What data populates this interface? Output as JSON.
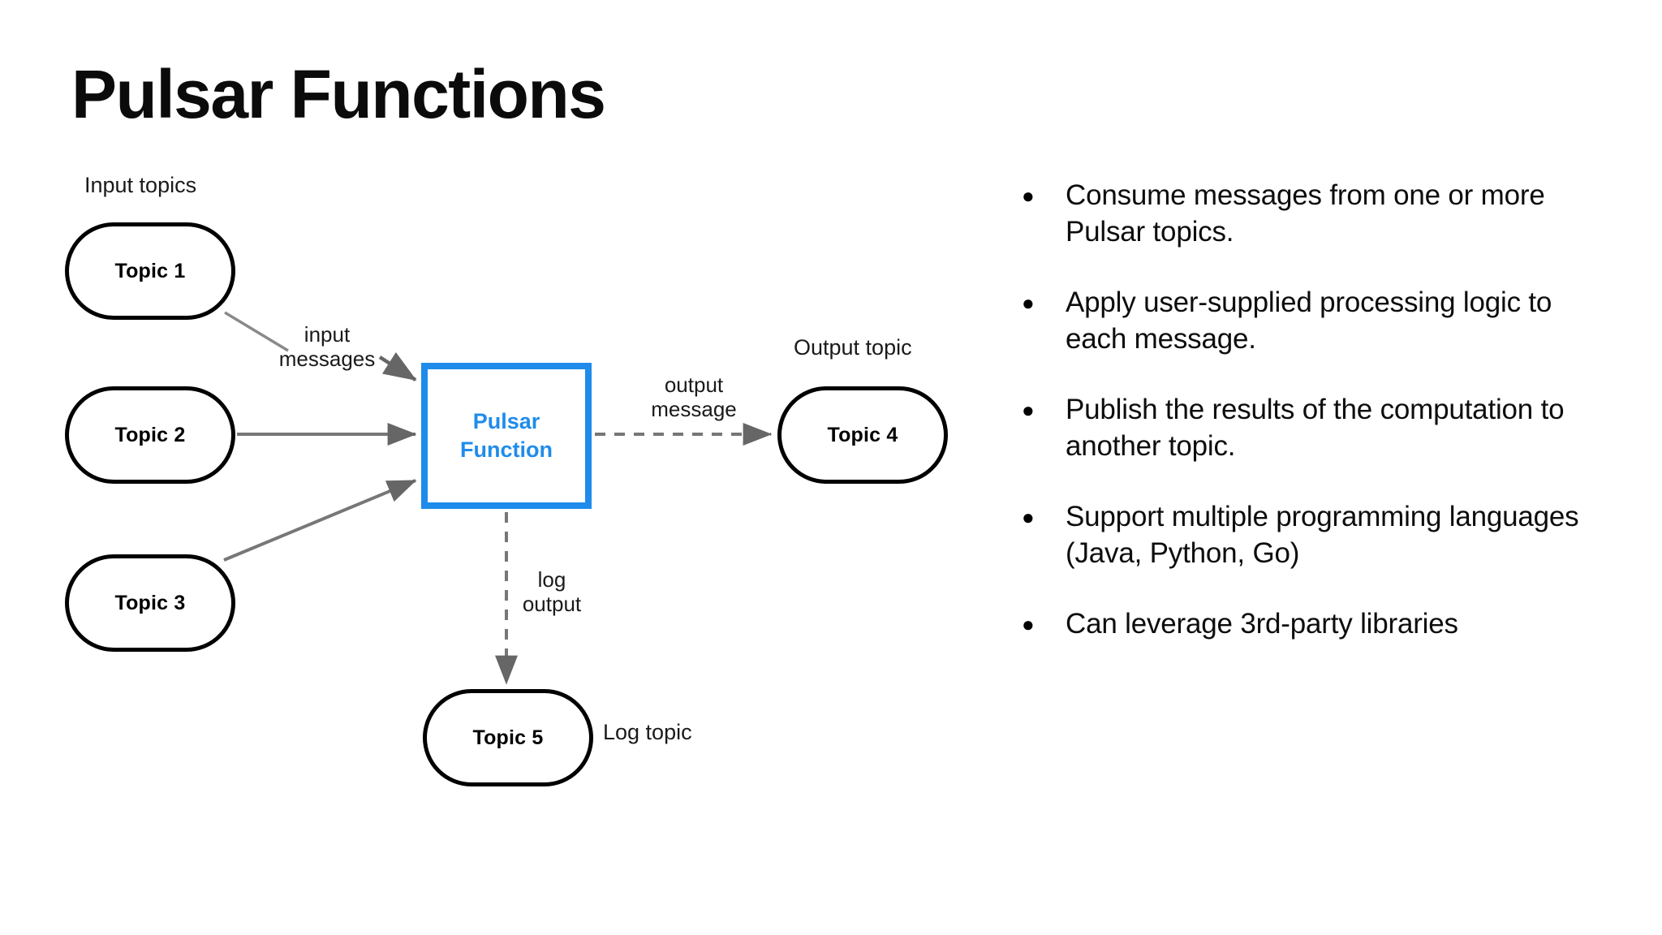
{
  "slide": {
    "title": "Pulsar Functions",
    "background_color": "#ffffff"
  },
  "colors": {
    "accent_blue": "#1f8ceb",
    "node_border": "#000000",
    "arrow_gray": "#666666",
    "text": "#000000"
  },
  "diagram": {
    "group_labels": {
      "input_topics": "Input topics",
      "output_topic": "Output topic",
      "log_topic": "Log topic"
    },
    "nodes": {
      "topic1": "Topic 1",
      "topic2": "Topic 2",
      "topic3": "Topic 3",
      "topic4": "Topic 4",
      "topic5": "Topic 5",
      "function": "Pulsar\nFunction"
    },
    "edge_labels": {
      "input_messages": "input\nmessages",
      "output_message": "output\nmessage",
      "log_output": "log\noutput"
    },
    "edges": [
      {
        "from": "topic1",
        "to": "function",
        "style": "solid",
        "label": "input messages"
      },
      {
        "from": "topic2",
        "to": "function",
        "style": "solid",
        "label": ""
      },
      {
        "from": "topic3",
        "to": "function",
        "style": "solid",
        "label": ""
      },
      {
        "from": "function",
        "to": "topic4",
        "style": "dashed",
        "label": "output message"
      },
      {
        "from": "function",
        "to": "topic5",
        "style": "dashed",
        "label": "log output"
      }
    ]
  },
  "bullets": {
    "marker": "●",
    "items": [
      "Consume messages from one or more Pulsar topics.",
      "Apply user-supplied processing logic to each message.",
      "Publish the results of the computation to another topic.",
      "Support multiple programming languages (Java, Python, Go)",
      "Can leverage 3rd-party libraries"
    ]
  }
}
